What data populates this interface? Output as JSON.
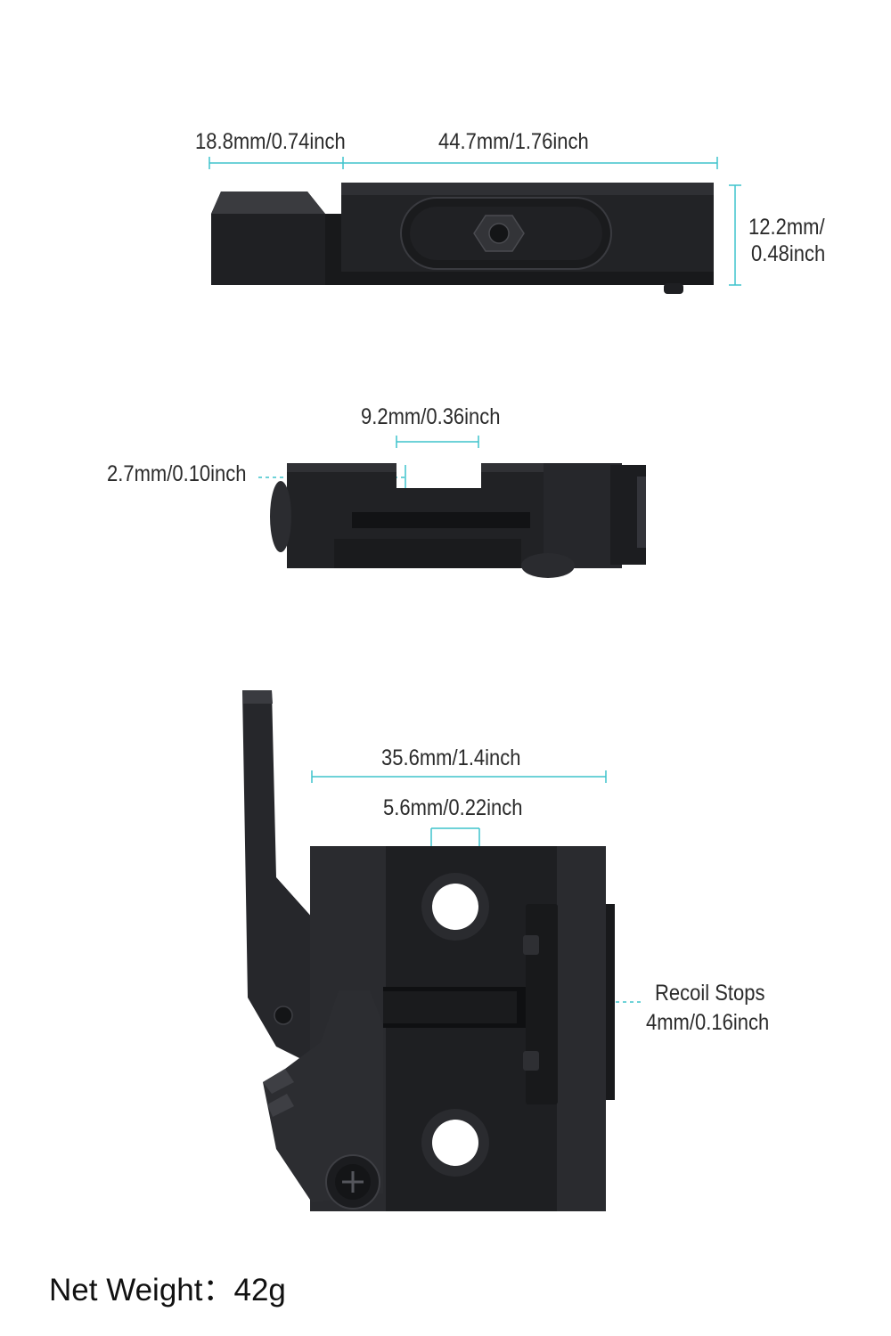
{
  "colors": {
    "dimension_line": "#3ec3cc",
    "metal_dark": "#1b1c1e",
    "metal_mid": "#2a2b2e",
    "metal_light": "#3c3d41",
    "text": "#2b2b2b"
  },
  "top_view": {
    "dim_left": "18.8mm/0.74inch",
    "dim_right": "44.7mm/1.76inch",
    "dim_height_line1": "12.2mm/",
    "dim_height_line2": "0.48inch"
  },
  "side_view": {
    "dim_slot_width": "9.2mm/0.36inch",
    "dim_slot_depth": "2.7mm/0.10inch"
  },
  "bottom_view": {
    "dim_width": "35.6mm/1.4inch",
    "dim_hole": "5.6mm/0.22inch",
    "recoil_label": "Recoil Stops",
    "recoil_dim": "4mm/0.16inch"
  },
  "footer": {
    "net_weight": "Net Weight：42g"
  }
}
